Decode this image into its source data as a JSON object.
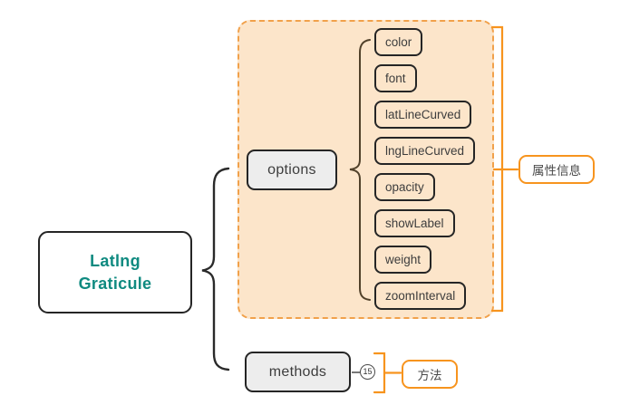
{
  "diagram": {
    "root": {
      "label": "Latlng Graticule"
    },
    "options_branch": {
      "label": "options",
      "children": [
        "color",
        "font",
        "latLineCurved",
        "lngLineCurved",
        "opacity",
        "showLabel",
        "weight",
        "zoomInterval"
      ],
      "summary_label": "属性信息"
    },
    "methods_branch": {
      "label": "methods",
      "collapsed_count": "15",
      "summary_label": "方法"
    },
    "colors": {
      "accent_orange": "#f7941e",
      "group_fill": "#fce5ca",
      "group_dashed_border": "#f1a14b",
      "root_text": "#0f8a80",
      "node_fill": "#ededed",
      "node_border": "#252525",
      "branch_brace_dark": "#2a2a2a",
      "branch_brace_brown": "#51412a"
    }
  }
}
